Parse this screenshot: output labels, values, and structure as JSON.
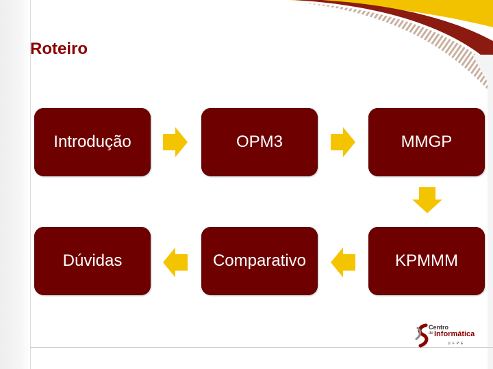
{
  "slide": {
    "title": "Roteiro",
    "accent_color": "#6e0000",
    "arrow_color": "#f5c400",
    "title_color": "#8b0000"
  },
  "flow": {
    "row1": [
      "Introdução",
      "OPM3",
      "MMGP"
    ],
    "row2": [
      "Dúvidas",
      "Comparativo",
      "KPMMM"
    ],
    "arrows": [
      "right",
      "right",
      "down",
      "left",
      "left"
    ]
  },
  "logo": {
    "line1": "Centro",
    "line2_small": "de",
    "line2": "Informática",
    "line3": "UFPE"
  }
}
